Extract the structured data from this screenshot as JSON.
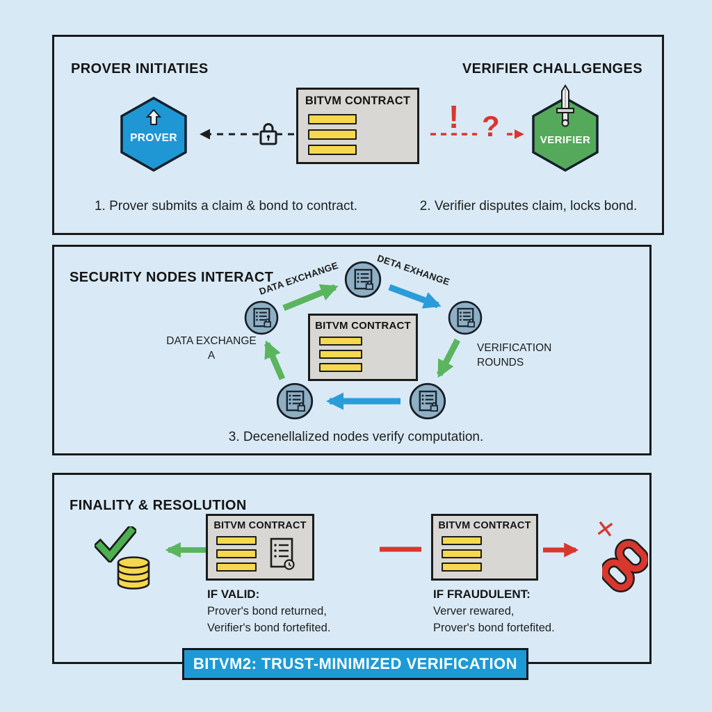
{
  "banner": {
    "label": "BITVM2: TRUST-MINIMIZED VERIFICATION"
  },
  "panel1": {
    "title_left": "PROVER INITIATIES",
    "title_right": "VERIFIER CHALLGENGES",
    "prover_label": "PROVER",
    "verifier_label": "VERIFIER",
    "contract_title": "BITVM CONTRACT",
    "exclamation_mark": "!",
    "question_mark": "?",
    "caption_left": "1. Prover submits a claim & bond to contract.",
    "caption_right": "2. Verifier disputes claim, locks bond."
  },
  "panel2": {
    "title": "SECURITY NODES INTERACT",
    "contract_title": "BITVM CONTRACT",
    "label_upper_left": "DATA EXCHANGE",
    "label_upper_right": "DETA EXHANGE",
    "label_left_line1": "DATA EXCHANGE",
    "label_left_line2": "A",
    "label_right": "VERIFICATION ROUNDS",
    "caption": "3. Decenellalized nodes verify computation."
  },
  "panel3": {
    "title": "FINALITY & RESOLUTION",
    "contract_title": "BITVM CONTRACT",
    "valid_heading": "IF VALID:",
    "valid_line1": "Prover's bond returned,",
    "valid_line2": "Verifier's bond fortefited.",
    "fraud_heading": "IF FRAUDULENT:",
    "fraud_line1": "Verver rewared,",
    "fraud_line2": "Prover's bond fortefited.",
    "cross_mark": "✕"
  },
  "colors": {
    "background": "#d7e9f5",
    "prover_blue": "#1f97d4",
    "verifier_green": "#55a95b",
    "contract_gray": "#d8d7d3",
    "bar_yellow": "#f6d84f",
    "node_blue_gray": "#8fafc3",
    "arrow_green": "#5bb55e",
    "arrow_blue": "#2b9cd8",
    "alert_red": "#d9372e",
    "banner_blue": "#1d9ad5",
    "outline_dark": "#1b1b1b"
  }
}
